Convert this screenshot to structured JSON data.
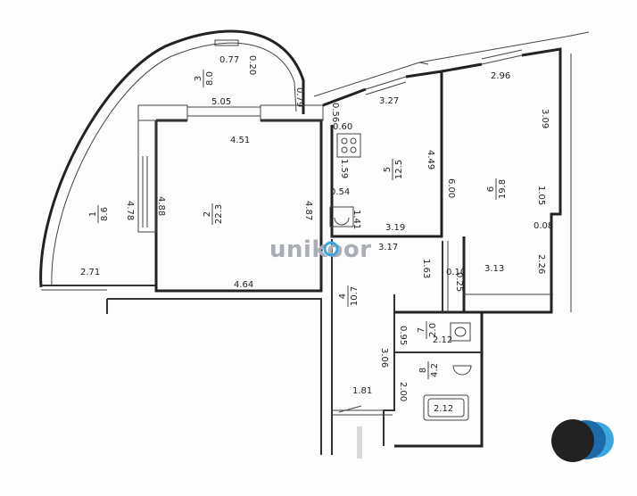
{
  "watermark": {
    "text": "unikoor"
  },
  "rooms": [
    {
      "id": "1",
      "area": "8.6"
    },
    {
      "id": "2",
      "area": "22.3"
    },
    {
      "id": "3",
      "area": "8.0"
    },
    {
      "id": "4",
      "area": "10.7"
    },
    {
      "id": "5",
      "area": "12.5"
    },
    {
      "id": "6",
      "area": "19.8"
    },
    {
      "id": "7",
      "area": "2.0"
    },
    {
      "id": "8",
      "area": "4.2"
    }
  ],
  "dimensions": {
    "d_0_77": "0.77",
    "d_0_20": "0.20",
    "d_0_79": "0.79",
    "d_5_05": "5.05",
    "d_4_51": "4.51",
    "d_4_78": "4.78",
    "d_4_88": "4.88",
    "d_4_87": "4.87",
    "d_2_71": "2.71",
    "d_4_64": "4.64",
    "d_3_27": "3.27",
    "d_0_56": "0.56",
    "d_0_60": "0.60",
    "d_1_59": "1.59",
    "d_0_54": "0.54",
    "d_1_41": "1.41",
    "d_4_49": "4.49",
    "d_3_19": "3.19",
    "d_3_17": "3.17",
    "d_2_96": "2.96",
    "d_3_09": "3.09",
    "d_6_00": "6.00",
    "d_1_05": "1.05",
    "d_0_08": "0.08",
    "d_2_26": "2.26",
    "d_1_63": "1.63",
    "d_0_10": "0.10",
    "d_0_25": "0.25",
    "d_3_13": "3.13",
    "d_0_95": "0.95",
    "d_2_12a": "2.12",
    "d_3_06": "3.06",
    "d_2_00": "2.00",
    "d_1_81": "1.81",
    "d_2_12b": "2.12"
  }
}
